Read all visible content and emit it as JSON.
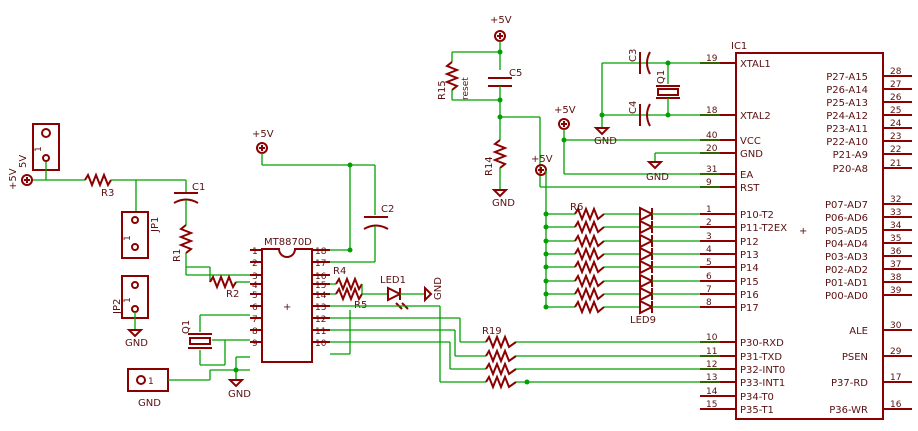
{
  "components": {
    "ic1": "IC1",
    "mt8870": "MT8870D",
    "c1": "C1",
    "c2": "C2",
    "c3": "C3",
    "c4": "C4",
    "c5": "C5",
    "r1": "R1",
    "r2": "R2",
    "r3": "R3",
    "r4": "R4",
    "r5": "R5",
    "r6": "R6",
    "r14": "R14",
    "r15": "R15",
    "r19": "R19",
    "led1": "LED1",
    "led9": "LED9",
    "jp1": "JP1",
    "jp2": "JP2",
    "q1": "Q1",
    "q1b": "Q1",
    "reset": "reset",
    "pin1": "1"
  },
  "nets": {
    "vcc": "+5V",
    "gnd": "GND",
    "v5": "5V"
  },
  "ic1_left_pins": [
    {
      "num": "19",
      "name": "XTAL1"
    },
    {
      "num": "18",
      "name": "XTAL2"
    },
    {
      "num": "40",
      "name": "VCC"
    },
    {
      "num": "20",
      "name": "GND"
    },
    {
      "num": "31",
      "name": "EA"
    },
    {
      "num": "9",
      "name": "RST"
    },
    {
      "num": "1",
      "name": "P10-T2"
    },
    {
      "num": "2",
      "name": "P11-T2EX"
    },
    {
      "num": "3",
      "name": "P12"
    },
    {
      "num": "4",
      "name": "P13"
    },
    {
      "num": "5",
      "name": "P14"
    },
    {
      "num": "6",
      "name": "P15"
    },
    {
      "num": "7",
      "name": "P16"
    },
    {
      "num": "8",
      "name": "P17"
    },
    {
      "num": "10",
      "name": "P30-RXD"
    },
    {
      "num": "11",
      "name": "P31-TXD"
    },
    {
      "num": "12",
      "name": "P32-INT0"
    },
    {
      "num": "13",
      "name": "P33-INT1"
    },
    {
      "num": "14",
      "name": "P34-T0"
    },
    {
      "num": "15",
      "name": "P35-T1"
    }
  ],
  "ic1_right_pins": [
    {
      "num": "28",
      "name": "P27-A15"
    },
    {
      "num": "27",
      "name": "P26-A14"
    },
    {
      "num": "26",
      "name": "P25-A13"
    },
    {
      "num": "25",
      "name": "P24-A12"
    },
    {
      "num": "24",
      "name": "P23-A11"
    },
    {
      "num": "23",
      "name": "P22-A10"
    },
    {
      "num": "22",
      "name": "P21-A9"
    },
    {
      "num": "21",
      "name": "P20-A8"
    },
    {
      "num": "32",
      "name": "P07-AD7"
    },
    {
      "num": "33",
      "name": "P06-AD6"
    },
    {
      "num": "34",
      "name": "P05-AD5"
    },
    {
      "num": "35",
      "name": "P04-AD4"
    },
    {
      "num": "36",
      "name": "P03-AD3"
    },
    {
      "num": "37",
      "name": "P02-AD2"
    },
    {
      "num": "38",
      "name": "P01-AD1"
    },
    {
      "num": "39",
      "name": "P00-AD0"
    },
    {
      "num": "30",
      "name": "ALE"
    },
    {
      "num": "29",
      "name": "PSEN"
    },
    {
      "num": "17",
      "name": "P37-RD"
    },
    {
      "num": "16",
      "name": "P36-WR"
    }
  ],
  "mt_left_pins": [
    "1",
    "2",
    "3",
    "4",
    "5",
    "6",
    "7",
    "8",
    "9"
  ],
  "mt_right_pins": [
    "18",
    "17",
    "16",
    "15",
    "14",
    "13",
    "12",
    "11",
    "10"
  ]
}
